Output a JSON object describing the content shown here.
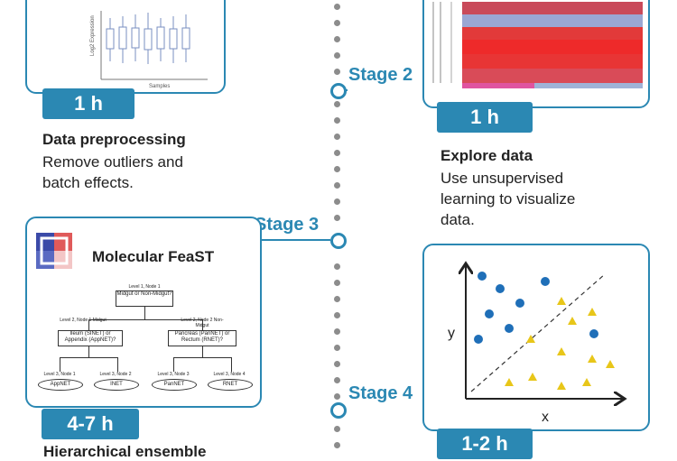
{
  "stages": [
    {
      "label": "Stage 2"
    },
    {
      "label": "Stage 3"
    },
    {
      "label": "Stage 4"
    }
  ],
  "steps": {
    "preprocess": {
      "duration": "1 h",
      "title": "Data preprocessing",
      "desc_lines": [
        "Remove outliers and",
        "batch effects."
      ],
      "plot": {
        "ylabel": "Log2 Expression",
        "xlabel": "Samples"
      }
    },
    "explore": {
      "duration": "1 h",
      "title": "Explore data",
      "desc_lines": [
        "Use unsupervised",
        "learning to visualize",
        "data."
      ]
    },
    "feast": {
      "duration": "4-7 h",
      "logo_text": "Molecular FeaST",
      "caption_partial": "Hierarchical ensemble",
      "tree": {
        "root_level": "Level 1, Node 1",
        "root_text": "Midgut or Non-Midgut?",
        "l2a_level": "Level 2, Node 1 Midgut",
        "l2a_text": "Ileum (SINET) or Appendix (AppNET)?",
        "l2b_level": "Level 2, Node 2 Non-Midgut",
        "l2b_text": "Pancreas (PanNET) or Rectum (RNET)?",
        "leaves": [
          {
            "level": "Level 3, Node 1",
            "label": "AppNET"
          },
          {
            "level": "Level 3, Node 2",
            "label": "INET"
          },
          {
            "level": "Level 3, Node 3",
            "label": "PanNET"
          },
          {
            "level": "Level 3, Node 4",
            "label": "RNET"
          }
        ]
      }
    },
    "classify": {
      "duration": "1-2 h",
      "xlabel": "x",
      "ylabel": "y"
    }
  },
  "colors": {
    "accent": "#2b88b3",
    "circle": "#1f6fb8",
    "triangle": "#e8c619"
  }
}
